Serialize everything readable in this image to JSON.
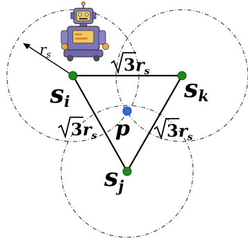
{
  "nodes": {
    "s_i": {
      "letter": "s",
      "sub": "i",
      "color": "#1e8a1e"
    },
    "s_k": {
      "letter": "s",
      "sub": "k",
      "color": "#1e8a1e"
    },
    "s_j": {
      "letter": "s",
      "sub": "j",
      "color": "#1e8a1e"
    },
    "p": {
      "letter": "p",
      "color": "#3a64e8"
    }
  },
  "labels": {
    "r_s": {
      "r": "r",
      "s": "s"
    },
    "edge_top": {
      "num": "3",
      "r": "r",
      "s": "s"
    },
    "edge_left": {
      "num": "3",
      "r": "r",
      "s": "s"
    },
    "edge_right": {
      "num": "3",
      "r": "r",
      "s": "s"
    }
  },
  "icons": {
    "robot": "robot-icon"
  },
  "colors": {
    "circle": "#444444",
    "triangle": "#000000",
    "robot_body": "#7d75b8",
    "robot_face": "#f2c760",
    "robot_hands": "#f2a640"
  }
}
